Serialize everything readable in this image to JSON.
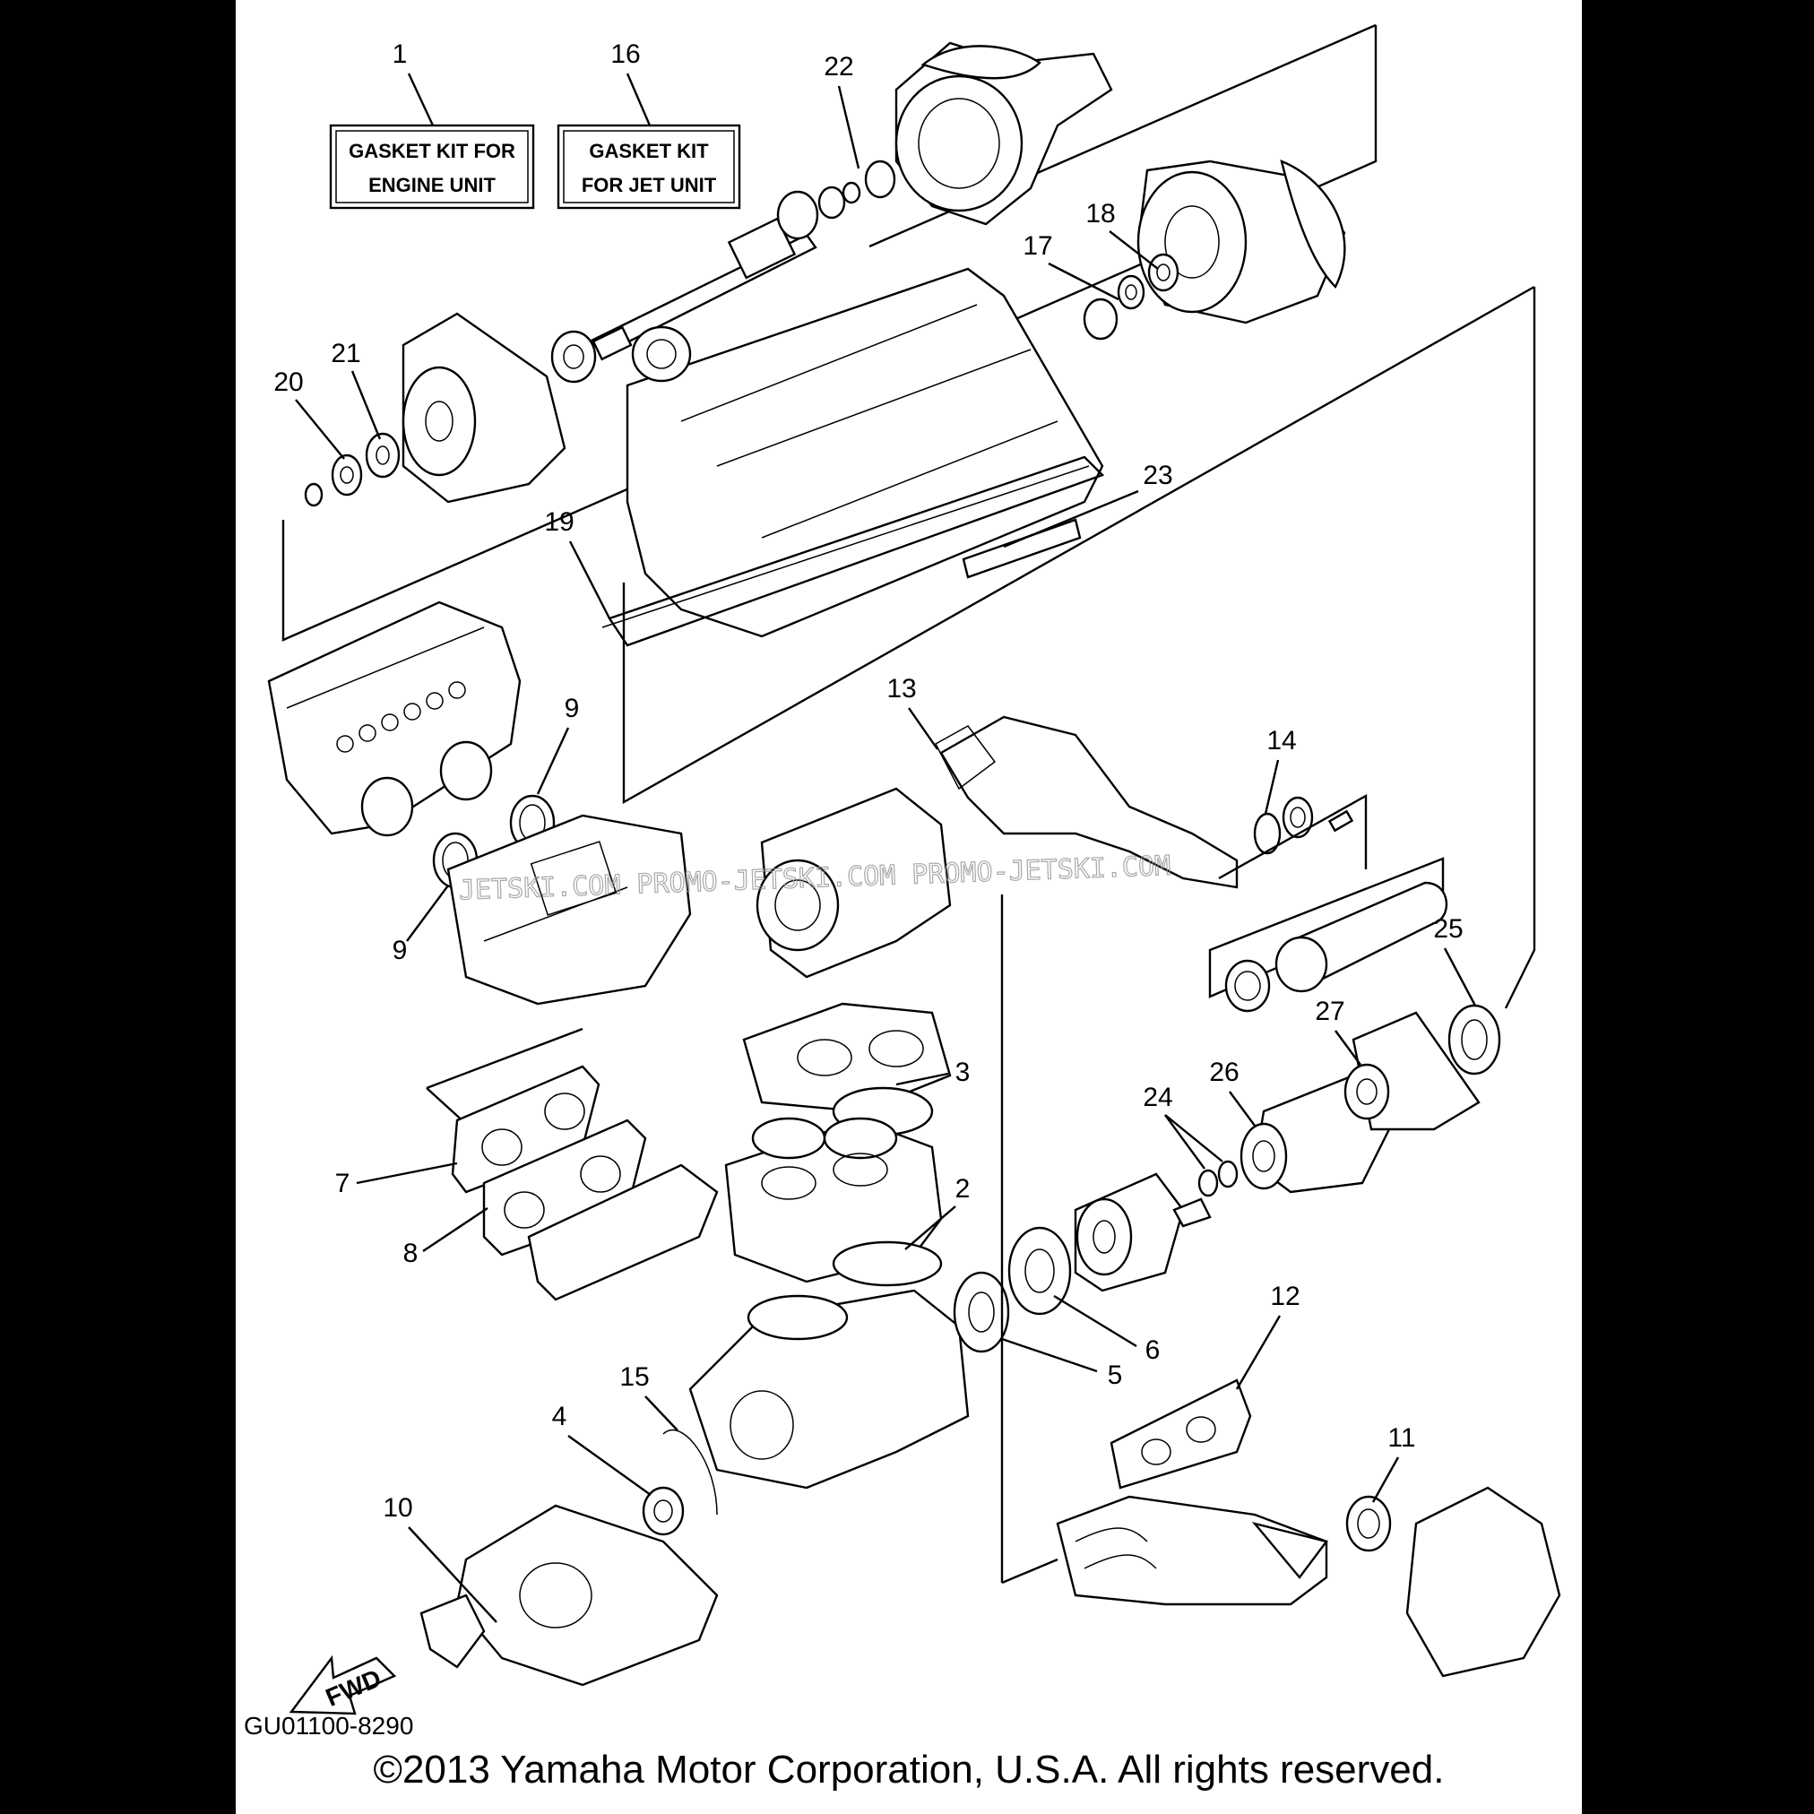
{
  "kits": [
    {
      "number": "1",
      "line1": "GASKET KIT FOR",
      "line2": "ENGINE UNIT"
    },
    {
      "number": "16",
      "line1": "GASKET KIT",
      "line2": "FOR JET UNIT"
    }
  ],
  "callouts": {
    "c2": "2",
    "c3": "3",
    "c4": "4",
    "c5": "5",
    "c6": "6",
    "c7": "7",
    "c8": "8",
    "c9a": "9",
    "c9b": "9",
    "c10": "10",
    "c11": "11",
    "c12": "12",
    "c13": "13",
    "c14": "14",
    "c15": "15",
    "c17": "17",
    "c18": "18",
    "c19": "19",
    "c20": "20",
    "c21": "21",
    "c22": "22",
    "c23": "23",
    "c24": "24",
    "c25": "25",
    "c26": "26",
    "c27": "27"
  },
  "watermark": "JETSKI.COM   PROMO-JETSKI.COM   PROMO-JETSKI.COM",
  "fwd_label": "FWD",
  "part_code": "GU01100-8290",
  "copyright": "©2013 Yamaha Motor Corporation, U.S.A. All rights reserved."
}
